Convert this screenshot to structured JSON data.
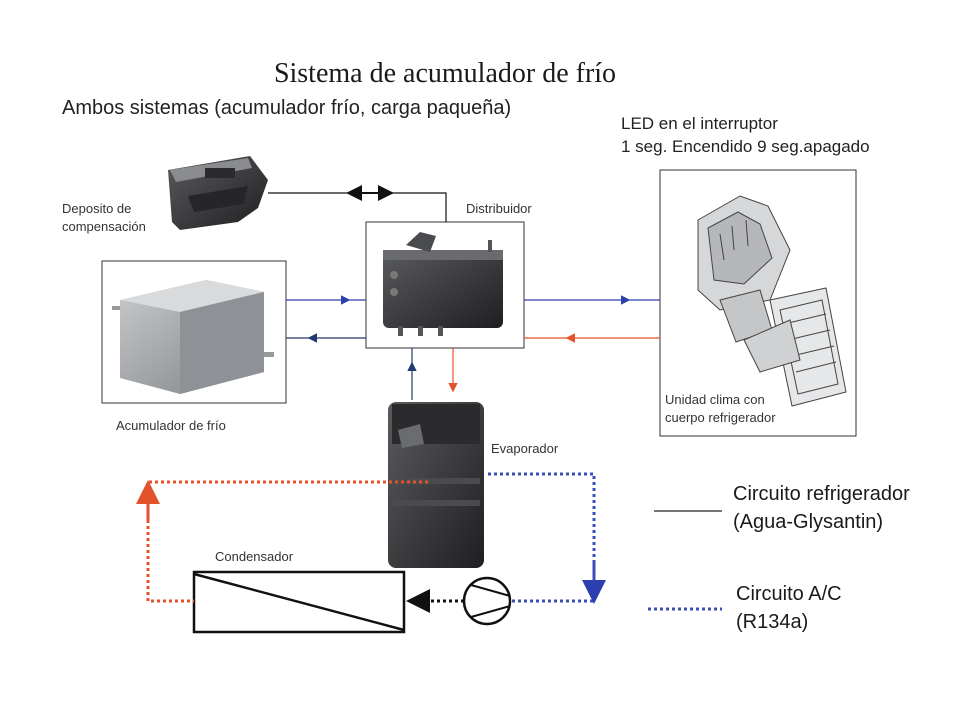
{
  "title": "Sistema de acumulador de frío",
  "subtitle": "Ambos sistemas (acumulador frío, carga paqueña)",
  "led_note": {
    "line1": "LED en el interruptor",
    "line2": "1 seg. Encendido 9 seg.apagado"
  },
  "labels": {
    "deposito_line1": "Deposito de",
    "deposito_line2": "compensación",
    "distribuidor": "Distribuidor",
    "acumulador": "Acumulador de frío",
    "evaporador": "Evaporador",
    "unidad_line1": "Unidad clima con",
    "unidad_line2": "cuerpo refrigerador",
    "condensador": "Condensador"
  },
  "legend": {
    "coolant_line1": "Circuito refrigerador",
    "coolant_line2": "(Agua-Glysantin)",
    "ac_line1": "Circuito A/C",
    "ac_line2": "(R134a)"
  },
  "colors": {
    "coolant_supply": "#2d3fae",
    "coolant_return": "#e4522b",
    "coolant_return_dark": "#1f3a6b",
    "ac_hot": "#e4522b",
    "ac_cold": "#3b4fb8",
    "component_dark": "#3a3a3c",
    "component_light": "#9a9da0"
  }
}
